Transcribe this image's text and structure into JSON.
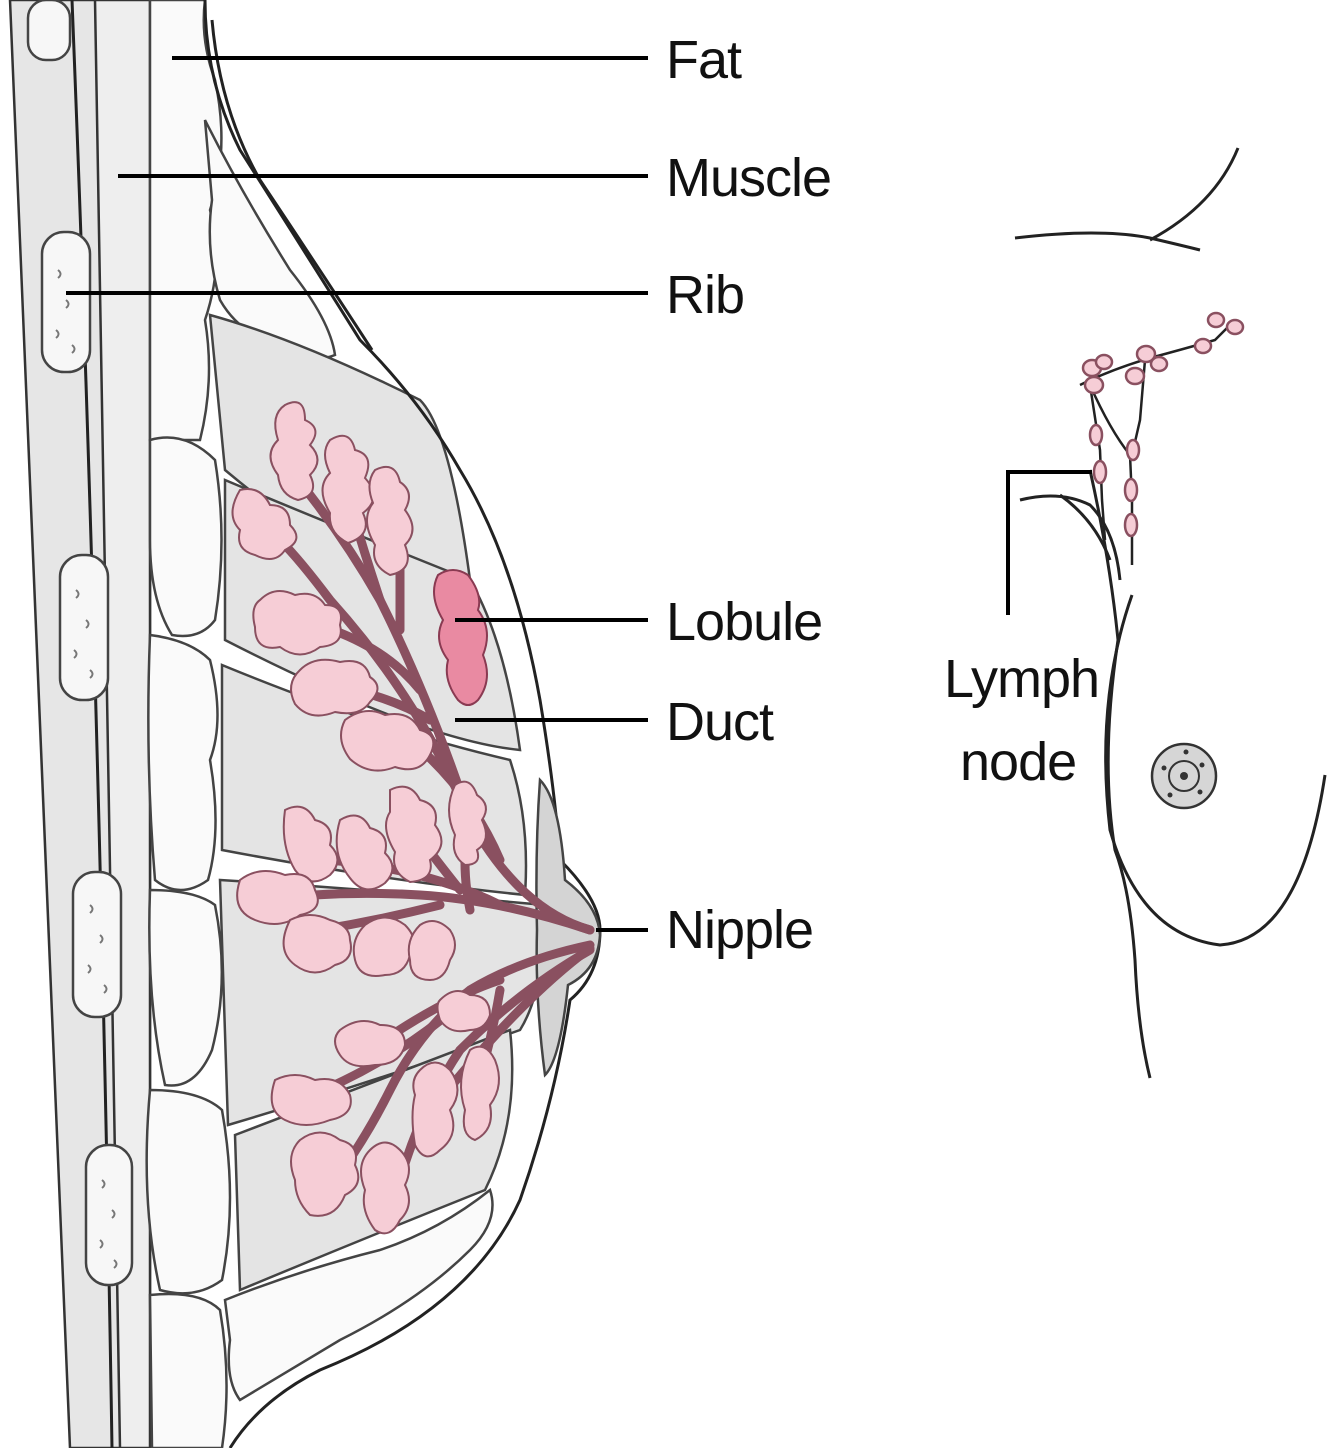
{
  "labels": {
    "fat": "Fat",
    "muscle": "Muscle",
    "rib": "Rib",
    "lobule": "Lobule",
    "duct": "Duct",
    "nipple": "Nipple",
    "lymph_node_line1": "Lymph",
    "lymph_node_line2": "node"
  },
  "colors": {
    "lobule": "#f6cdd6",
    "highlighted_lobule": "#e98aa2",
    "tissue": "#e4e4e4",
    "leader_lines": "#000000"
  }
}
